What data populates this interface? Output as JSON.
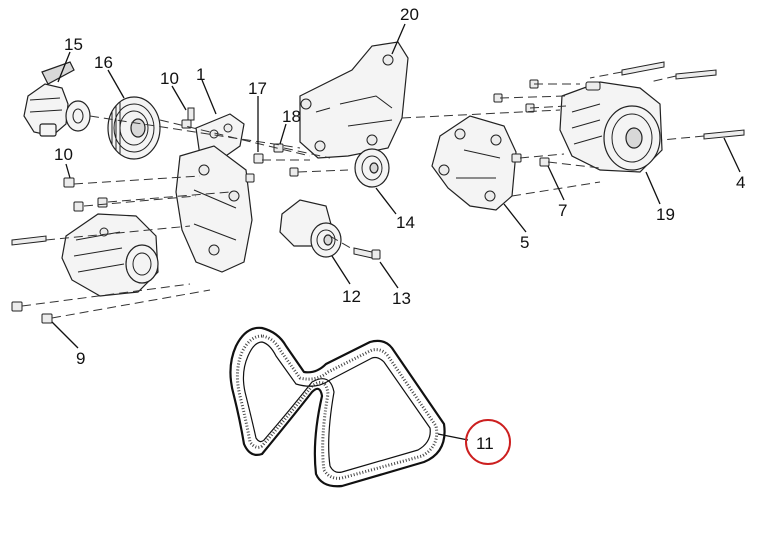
{
  "callouts": {
    "c1": "1",
    "c4": "4",
    "c5": "5",
    "c7": "7",
    "c9": "9",
    "c10a": "10",
    "c10b": "10",
    "c11": "11",
    "c12": "12",
    "c13": "13",
    "c14": "14",
    "c15": "15",
    "c16": "16",
    "c17": "17",
    "c18": "18",
    "c19": "19",
    "c20": "20"
  },
  "highlight": {
    "callout": "11",
    "color": "#cc1f1f"
  }
}
